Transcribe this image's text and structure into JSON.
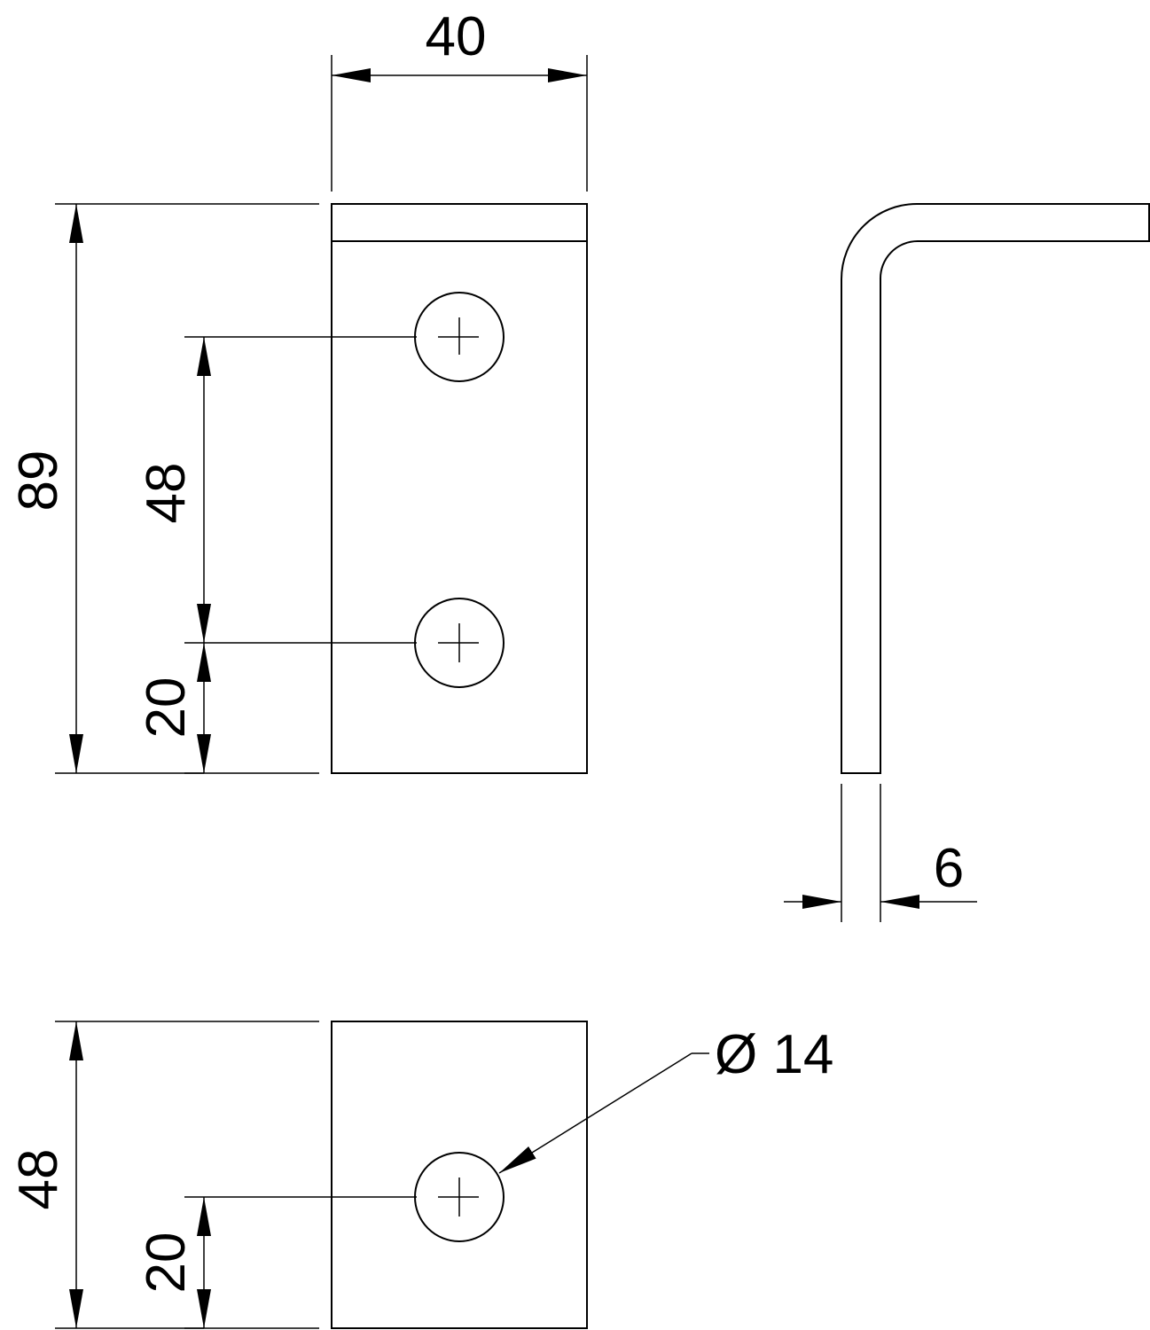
{
  "dimensions": {
    "width": "40",
    "height_total": "89",
    "hole_spacing": "48",
    "hole_offset_top_view": "20",
    "thickness": "6",
    "bottom_height": "48",
    "hole_offset_bottom_view": "20",
    "hole_diameter": "Ø 14"
  }
}
